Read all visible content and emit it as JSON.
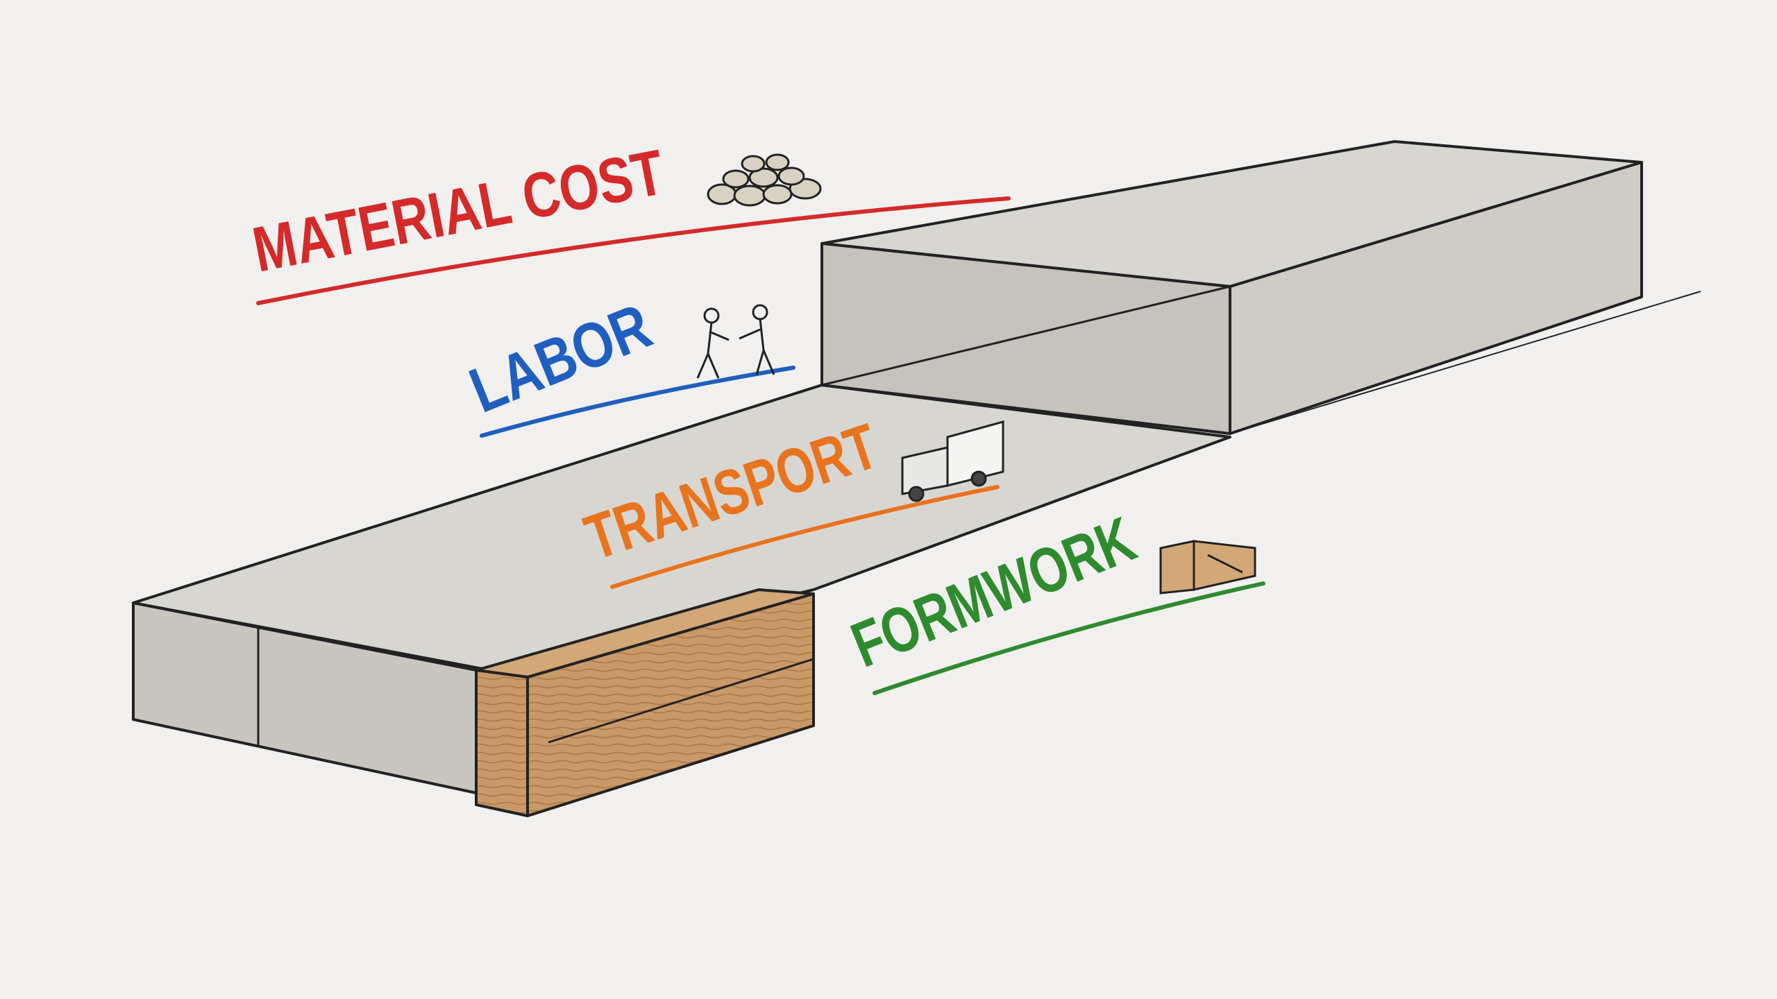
{
  "labels": [
    {
      "id": "material-cost",
      "text": "MATERIAL COST",
      "color": "#d42a2a",
      "icon": "stones-icon"
    },
    {
      "id": "labor",
      "text": "LABOR",
      "color": "#1f5fbf",
      "icon": "workers-icon"
    },
    {
      "id": "transport",
      "text": "TRANSPORT",
      "color": "#e8741e",
      "icon": "truck-icon"
    },
    {
      "id": "formwork",
      "text": "FORMWORK",
      "color": "#2e8b2e",
      "icon": "crate-icon"
    }
  ],
  "colors": {
    "concrete": "#c9c6c0",
    "concrete_top": "#d8d6d1",
    "wood": "#c99a68",
    "ink": "#222222",
    "paper": "#f1f0ee"
  }
}
